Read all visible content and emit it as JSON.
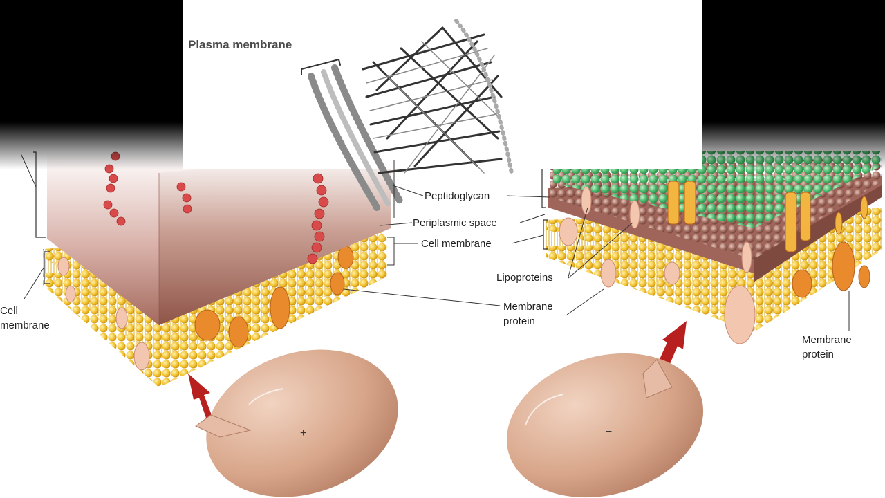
{
  "panel_title": "Plasma membrane",
  "labels": {
    "peptidoglycan": "Peptidoglycan",
    "periplasmic_space": "Periplasmic space",
    "cell_membrane_center": "Cell membrane",
    "lipoproteins": "Lipoproteins",
    "membrane_protein_center_1": "Membrane",
    "membrane_protein_center_2": "protein",
    "membrane_protein_right_1": "Membrane",
    "membrane_protein_right_2": "protein",
    "cell_membrane_left_1": "Cell",
    "cell_membrane_left_2": "membrane"
  },
  "cell_markers": {
    "left_cell": "+",
    "right_cell": "−"
  },
  "colors": {
    "letterbox": "#000000",
    "peptidoglycan_wall": "#a0655a",
    "lipid_heads": "#f2c230",
    "membrane_protein": "#e98a2c",
    "lipoprotein": "#f3c6b0",
    "outer_membrane_lps": "#49b96a",
    "cell_body": "#d9a98e",
    "arrow": "#b82020"
  }
}
